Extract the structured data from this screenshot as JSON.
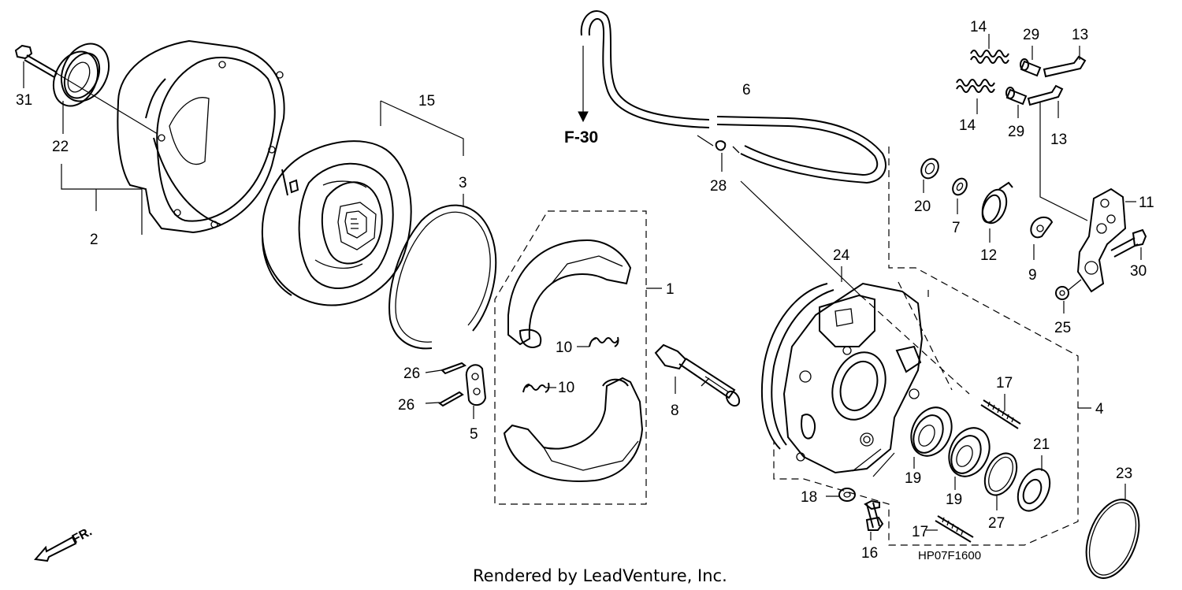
{
  "diagram": {
    "part_labels": {
      "p1": "1",
      "p2": "2",
      "p3": "3",
      "p4": "4",
      "p5": "5",
      "p6": "6",
      "p7": "7",
      "p8": "8",
      "p9": "9",
      "p10a": "10",
      "p10b": "10",
      "p11": "11",
      "p12": "12",
      "p13a": "13",
      "p13b": "13",
      "p14a": "14",
      "p14b": "14",
      "p15": "15",
      "p16": "16",
      "p17a": "17",
      "p17b": "17",
      "p18": "18",
      "p19a": "19",
      "p19b": "19",
      "p20": "20",
      "p21": "21",
      "p22": "22",
      "p23": "23",
      "p24": "24",
      "p25": "25",
      "p26a": "26",
      "p26b": "26",
      "p27": "27",
      "p28": "28",
      "p29a": "29",
      "p29b": "29",
      "p30": "30",
      "p31": "31"
    },
    "reference": "F-30",
    "front_indicator": "FR.",
    "diagram_code": "HP07F1600",
    "credit": "Rendered by LeadVenture, Inc."
  }
}
